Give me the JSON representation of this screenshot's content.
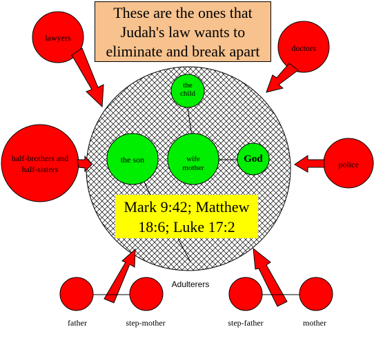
{
  "title": {
    "line1": "These are the ones that",
    "line2": "Judah's law wants to",
    "line3": "eliminate and break apart"
  },
  "reference": {
    "line1": "Mark 9:42; Matthew",
    "line2": "18:6; Luke 17:2"
  },
  "family": {
    "the_child": "the child",
    "the_son": "the son",
    "wife_mother": "wife mother",
    "god": "God"
  },
  "outside": {
    "lawyers": "lawyers",
    "doctors": "doctors",
    "half_siblings": "half-brothers and half-sisters",
    "police": "police"
  },
  "adulterers": {
    "caption": "Adulterers",
    "father": "father",
    "step_mother": "step-mother",
    "step_father": "step-father",
    "mother": "mother"
  },
  "colors": {
    "red": "#ff0000",
    "green": "#00ee00",
    "title_bg": "#f7c28e",
    "reference_bg": "#ffff00"
  }
}
